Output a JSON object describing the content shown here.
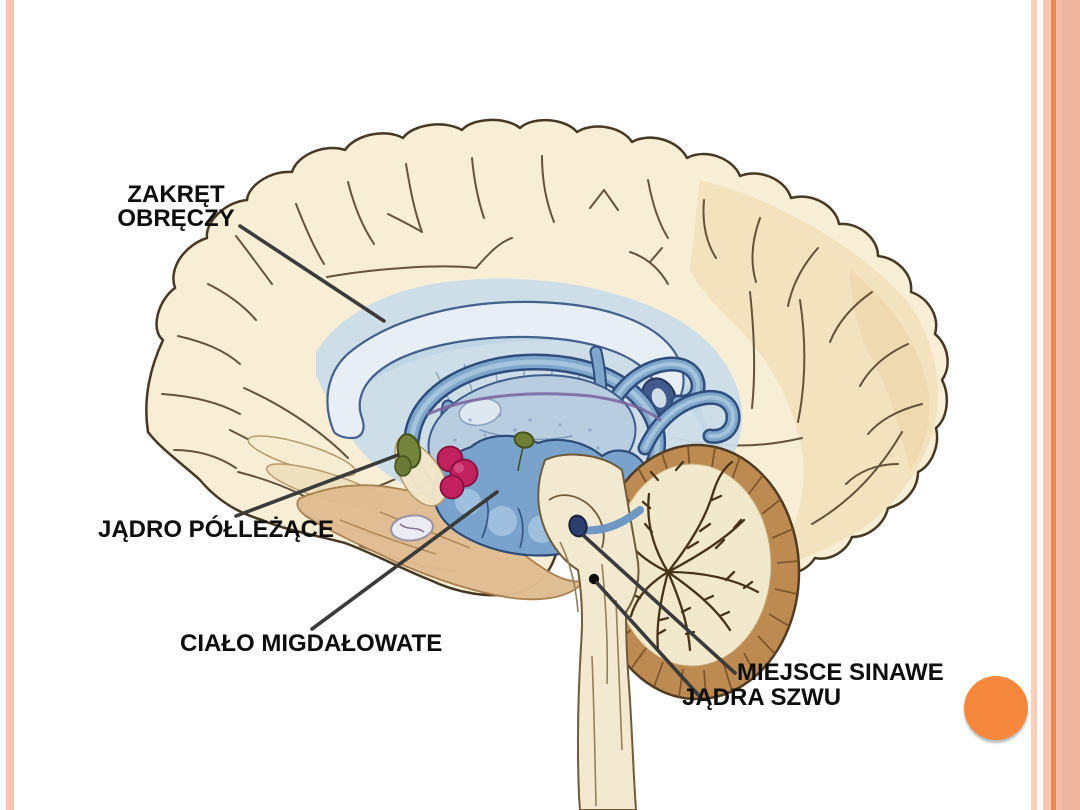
{
  "slide": {
    "background_color": "#ffffff",
    "decor": {
      "left_bar_color": "#fbc3ad",
      "right_thin_bar_color": "#fbceba",
      "right_band_color": "#f2bca6",
      "right_stripe_color": "#f5853f",
      "accent_circle_color": "#f5883c"
    }
  },
  "figure": {
    "illustration": "midsagittal-brain-limbic-system",
    "labels": {
      "cingulate_gyrus": "ZAKRĘT\nOBRĘCZY",
      "nucleus_accumbens": "JĄDRO PÓŁLEŻĄCE",
      "amygdala": "CIAŁO MIGDAŁOWATE",
      "locus_coeruleus": "MIEJSCE SINAWE",
      "raphe_nuclei": "JĄDRA SZWU"
    },
    "colors": {
      "cortex_cream": "#f8eed6",
      "cortex_warm": "#ecd5a4",
      "limbic_wash_blue": "#cadcea",
      "fornix_blue": "#7fa6cb",
      "fornix_outline": "#2f4e7d",
      "hippocampus_blue": "#79a3cd",
      "thalamus_blue_gray": "#b9cde0",
      "hypothalamus_magenta": "#c2215f",
      "septal_green": "#75843d",
      "cerebellum_brown": "#bd8a52",
      "cerebellum_cream": "#f2e8cc",
      "brainstem_cream": "#f3e9d1",
      "leader_line": "#3b3b3b",
      "locus_coeruleus_navy": "#2d3f6f",
      "raphe_dot_black": "#0d0d0d"
    }
  }
}
